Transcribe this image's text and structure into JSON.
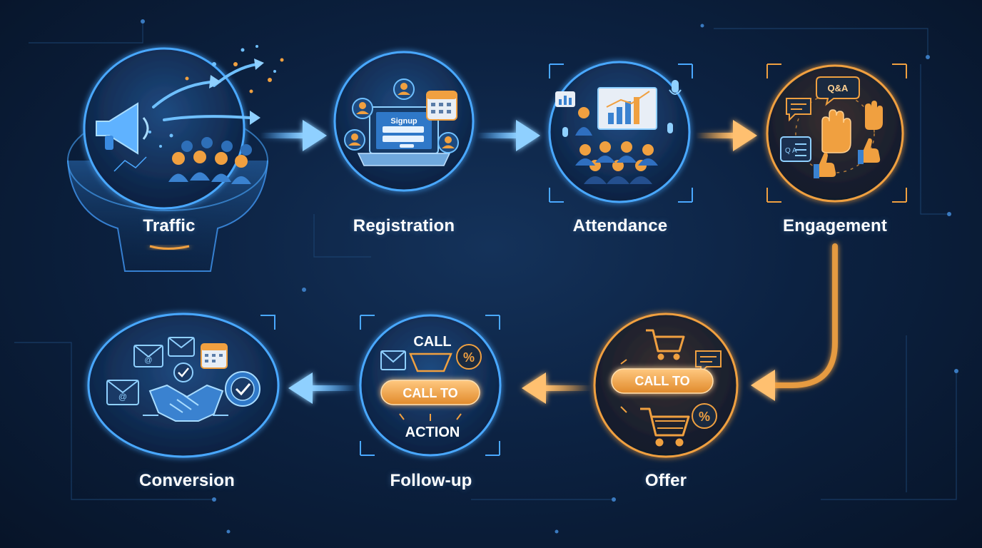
{
  "stages": [
    {
      "id": "traffic",
      "label": "Traffic",
      "color": "#4aa8ff"
    },
    {
      "id": "registration",
      "label": "Registration",
      "color": "#4aa8ff"
    },
    {
      "id": "attendance",
      "label": "Attendance",
      "color": "#4aa8ff"
    },
    {
      "id": "engagement",
      "label": "Engagement",
      "color": "#f0a040"
    },
    {
      "id": "offer",
      "label": "Offer",
      "color": "#f0a040"
    },
    {
      "id": "follow_up",
      "label": "Follow-up",
      "color": "#4aa8ff"
    },
    {
      "id": "conversion",
      "label": "Conversion",
      "color": "#4aa8ff"
    }
  ],
  "registration_icon": {
    "form_title": "Signup"
  },
  "engagement_icon": {
    "bubble_text": "Q&A"
  },
  "offer_icon": {
    "button_text": "CALL TO"
  },
  "follow_up_icon": {
    "top_text": "CALL",
    "button_text": "CALL TO",
    "bottom_text": "ACTION"
  },
  "colors": {
    "blue_accent": "#4aa8ff",
    "orange_accent": "#f0a040",
    "background": "#0a1b33"
  },
  "icons": [
    "megaphone-icon",
    "laptop-icon",
    "calendar-icon",
    "presenter-icon",
    "microphone-icon",
    "raised-hand-icon",
    "thumbs-up-icon",
    "shopping-cart-icon",
    "percent-icon",
    "envelope-icon",
    "handshake-icon",
    "check-badge-icon"
  ]
}
